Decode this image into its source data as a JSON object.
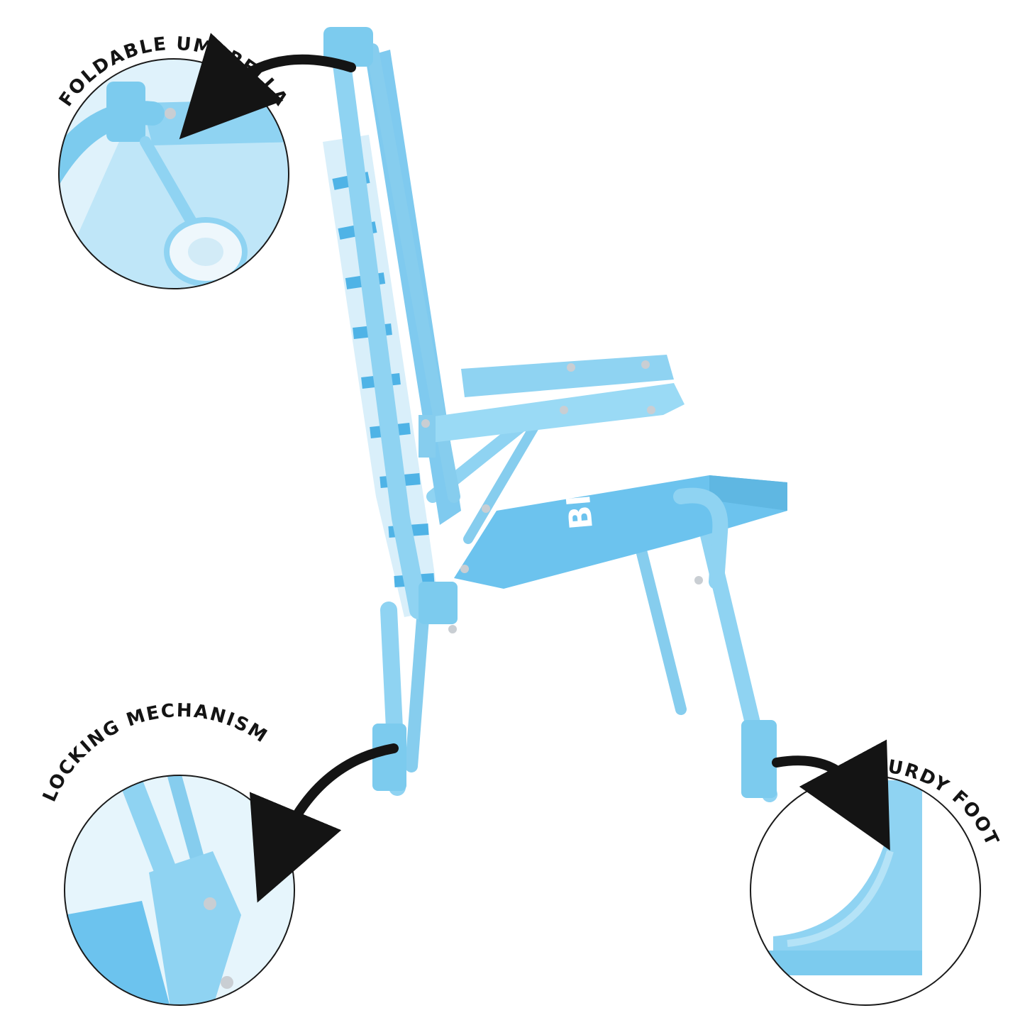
{
  "callouts": [
    {
      "id": "umbrella",
      "label": "FOLDABLE UMBRELLA"
    },
    {
      "id": "locking",
      "label": "LOCKING MECHANISM"
    },
    {
      "id": "foot",
      "label": "STURDY FOOT"
    }
  ],
  "product": {
    "seat_print": "Bluey"
  },
  "colors": {
    "frame": "#8fd3f2",
    "frame_dark": "#5fb7e2",
    "fabric": "#6cc3ee",
    "fabric_light": "#bfe6f8",
    "stripe": "#ffffff",
    "arrow": "#141414",
    "circle_outline": "#1a1a1a"
  }
}
